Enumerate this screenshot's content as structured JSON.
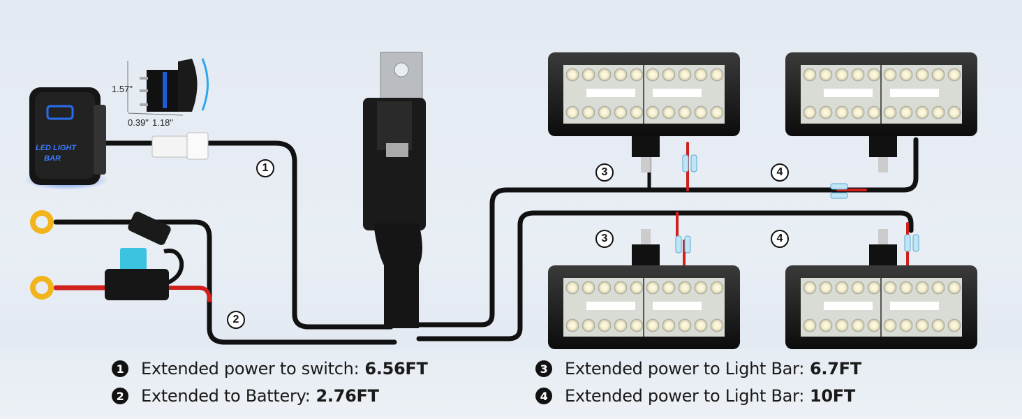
{
  "switch": {
    "label_line1": "LED LIGHT",
    "label_line2": "BAR",
    "dimensions": {
      "height": "1.57\"",
      "depth_a": "0.39\"",
      "depth_b": "1.18\""
    }
  },
  "callouts": [
    "1",
    "2",
    "3",
    "3",
    "4",
    "4"
  ],
  "legend": [
    {
      "num": "1",
      "text": "Extended power to switch:",
      "value": "6.56FT"
    },
    {
      "num": "2",
      "text": "Extended to Battery:",
      "value": "2.76FT"
    },
    {
      "num": "3",
      "text": "Extended power to Light Bar:",
      "value": "6.7FT"
    },
    {
      "num": "4",
      "text": "Extended power to Light Bar:",
      "value": "10FT"
    }
  ],
  "colors": {
    "wire": "#111111",
    "red_wire": "#d0201c",
    "switch_glow": "#2a6cf0",
    "fuse": "#3cc3e0",
    "terminal": "#f2b41c",
    "led": "#fff6d8"
  }
}
